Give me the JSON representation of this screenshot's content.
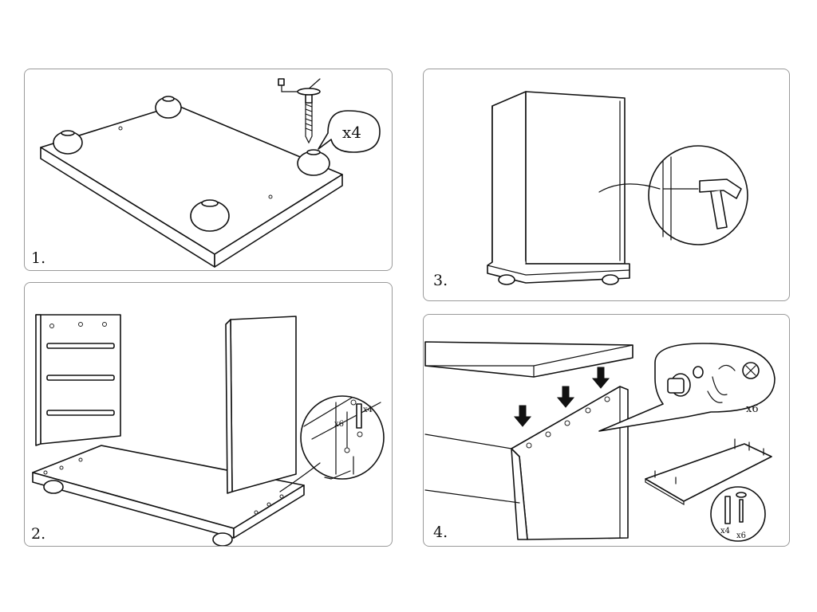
{
  "steps": [
    {
      "number_label": "1.",
      "callout": "x4"
    },
    {
      "number_label": "2.",
      "callout_left": "x6",
      "callout_right": "x4"
    },
    {
      "number_label": "3."
    },
    {
      "number_label": "4.",
      "callout": "x6",
      "inset_left": "x4",
      "inset_right": "x6"
    }
  ]
}
